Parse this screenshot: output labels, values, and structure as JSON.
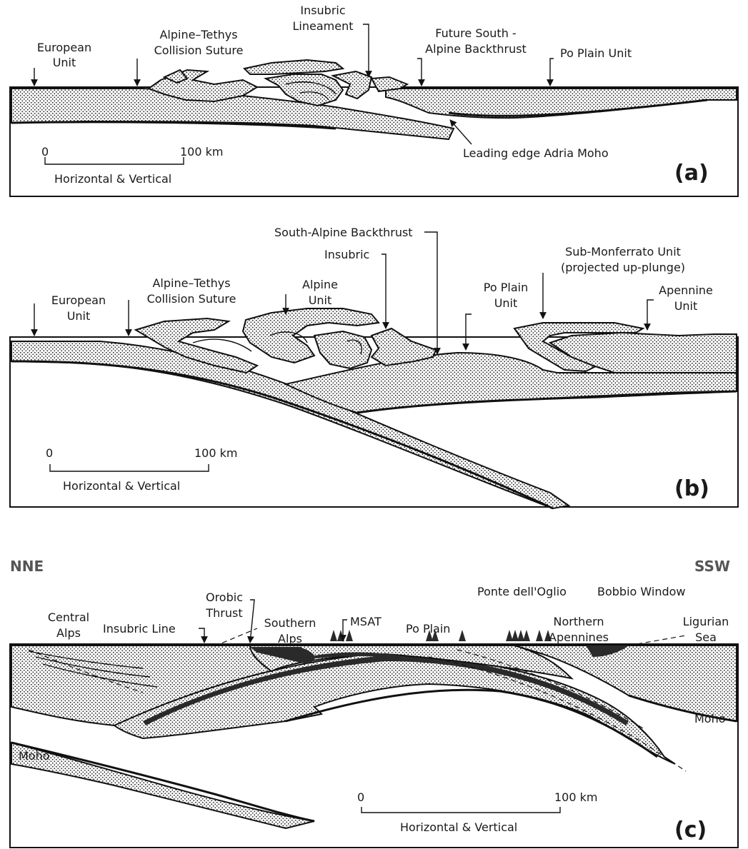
{
  "panels": {
    "a": {
      "letter": "(a)",
      "labels": {
        "european_unit": [
          "European",
          "Unit"
        ],
        "suture": [
          "Alpine–Tethys",
          "Collision Suture"
        ],
        "insubric": [
          "Insubric",
          "Lineament"
        ],
        "backthrust": [
          "Future South -",
          "Alpine Backthrust"
        ],
        "po_plain": "Po Plain Unit",
        "leading_edge": "Leading edge Adria Moho"
      },
      "scale": {
        "zero": "0",
        "end": "100 km",
        "caption": "Horizontal & Vertical"
      }
    },
    "b": {
      "letter": "(b)",
      "labels": {
        "european_unit": [
          "European",
          "Unit"
        ],
        "suture": [
          "Alpine–Tethys",
          "Collision Suture"
        ],
        "alpine_unit": [
          "Alpine",
          "Unit"
        ],
        "backthrust": "South-Alpine Backthrust",
        "insubric": "Insubric",
        "po_plain": [
          "Po Plain",
          "Unit"
        ],
        "sub_monferrato": [
          "Sub-Monferrato Unit",
          "(projected up-plunge)"
        ],
        "apennine": [
          "Apennine",
          "Unit"
        ]
      },
      "scale": {
        "zero": "0",
        "end": "100 km",
        "caption": "Horizontal & Vertical"
      }
    },
    "c": {
      "letter": "(c)",
      "left_dir": "NNE",
      "right_dir": "SSW",
      "labels": {
        "central_alps": [
          "Central",
          "Alps"
        ],
        "insubric_line": "Insubric Line",
        "orobic": [
          "Orobic",
          "Thrust"
        ],
        "southern_alps": [
          "Southern",
          "Alps"
        ],
        "msat": "MSAT",
        "po_plain": "Po Plain",
        "ponte": "Ponte dell'Oglio",
        "bobbio": "Bobbio Window",
        "northern_apennines": [
          "Northern",
          "Apennines"
        ],
        "ligurian_sea": [
          "Ligurian",
          "Sea"
        ],
        "moho_right": "Moho",
        "moho_left": "Moho"
      },
      "scale": {
        "zero": "0",
        "end": "100 km",
        "caption": "Horizontal & Vertical"
      }
    }
  }
}
